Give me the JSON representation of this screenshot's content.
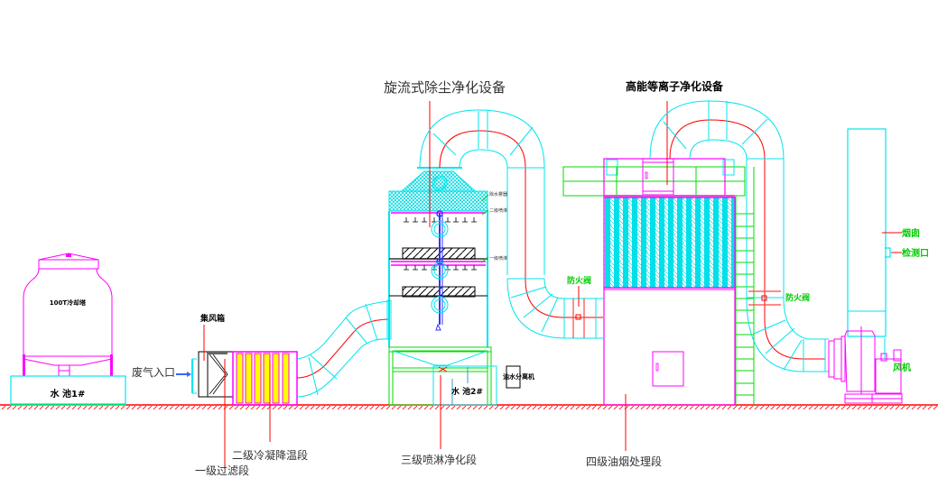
{
  "diagram": {
    "type": "process-flow",
    "title_cyclone": "旋流式除尘净化设备",
    "title_plasma": "高能等离子净化设备",
    "inlet_label": "废气入口",
    "cooling_tower_label": "100T冷却塔",
    "pool1_label": "水  池1#",
    "pool2_label": "水  池2#",
    "air_box_label": "集风箱",
    "oil_water_separator_label": "油水分离机",
    "demister_label": "除水雾器",
    "spray2_label": "二级喷淋",
    "spray1_label": "一级喷淋",
    "fire_damper_left_label": "防火阀",
    "fire_damper_right_label": "防火阀",
    "chimney_label": "烟囱",
    "sampling_port_label": "检测口",
    "fan_label": "风机",
    "stages": [
      {
        "label": "一级过滤段"
      },
      {
        "label": "二级冷凝降温段"
      },
      {
        "label": "三级喷淋净化段"
      },
      {
        "label": "四级油烟处理段"
      }
    ],
    "colors": {
      "duct": "#00e5ee",
      "pointer": "#ff0000",
      "equipment": "#ff00ff",
      "frame": "#00dd00",
      "condenser_fill": "#ffff00",
      "spray_pipe": "#3333ff",
      "ground": "#ff0000",
      "green_label": "#00cc00"
    }
  }
}
